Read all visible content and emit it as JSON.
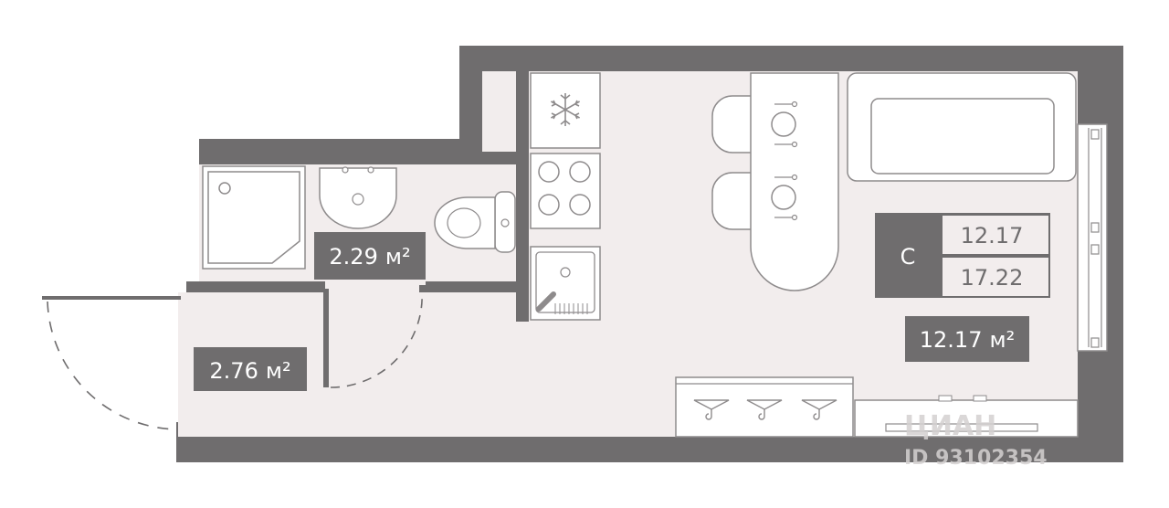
{
  "rooms": {
    "bathroom": {
      "area": "2.29",
      "unit": "м²"
    },
    "hall": {
      "area": "2.76",
      "unit": "м²"
    },
    "living": {
      "area": "12.17",
      "unit": "м²"
    }
  },
  "summary_badge": {
    "letter": "С",
    "living_area": "12.17",
    "total_area": "17.22"
  },
  "watermark": {
    "brand": "ЦИАН",
    "id_text": "ID 93102354"
  },
  "colors": {
    "wall": "#6f6d6e",
    "floor": "#f2eded",
    "furniture": "#ffffff",
    "outline": "#8e8b8c",
    "label_bg": "#6f6d6e"
  },
  "icons": [
    "snowflake-icon"
  ]
}
